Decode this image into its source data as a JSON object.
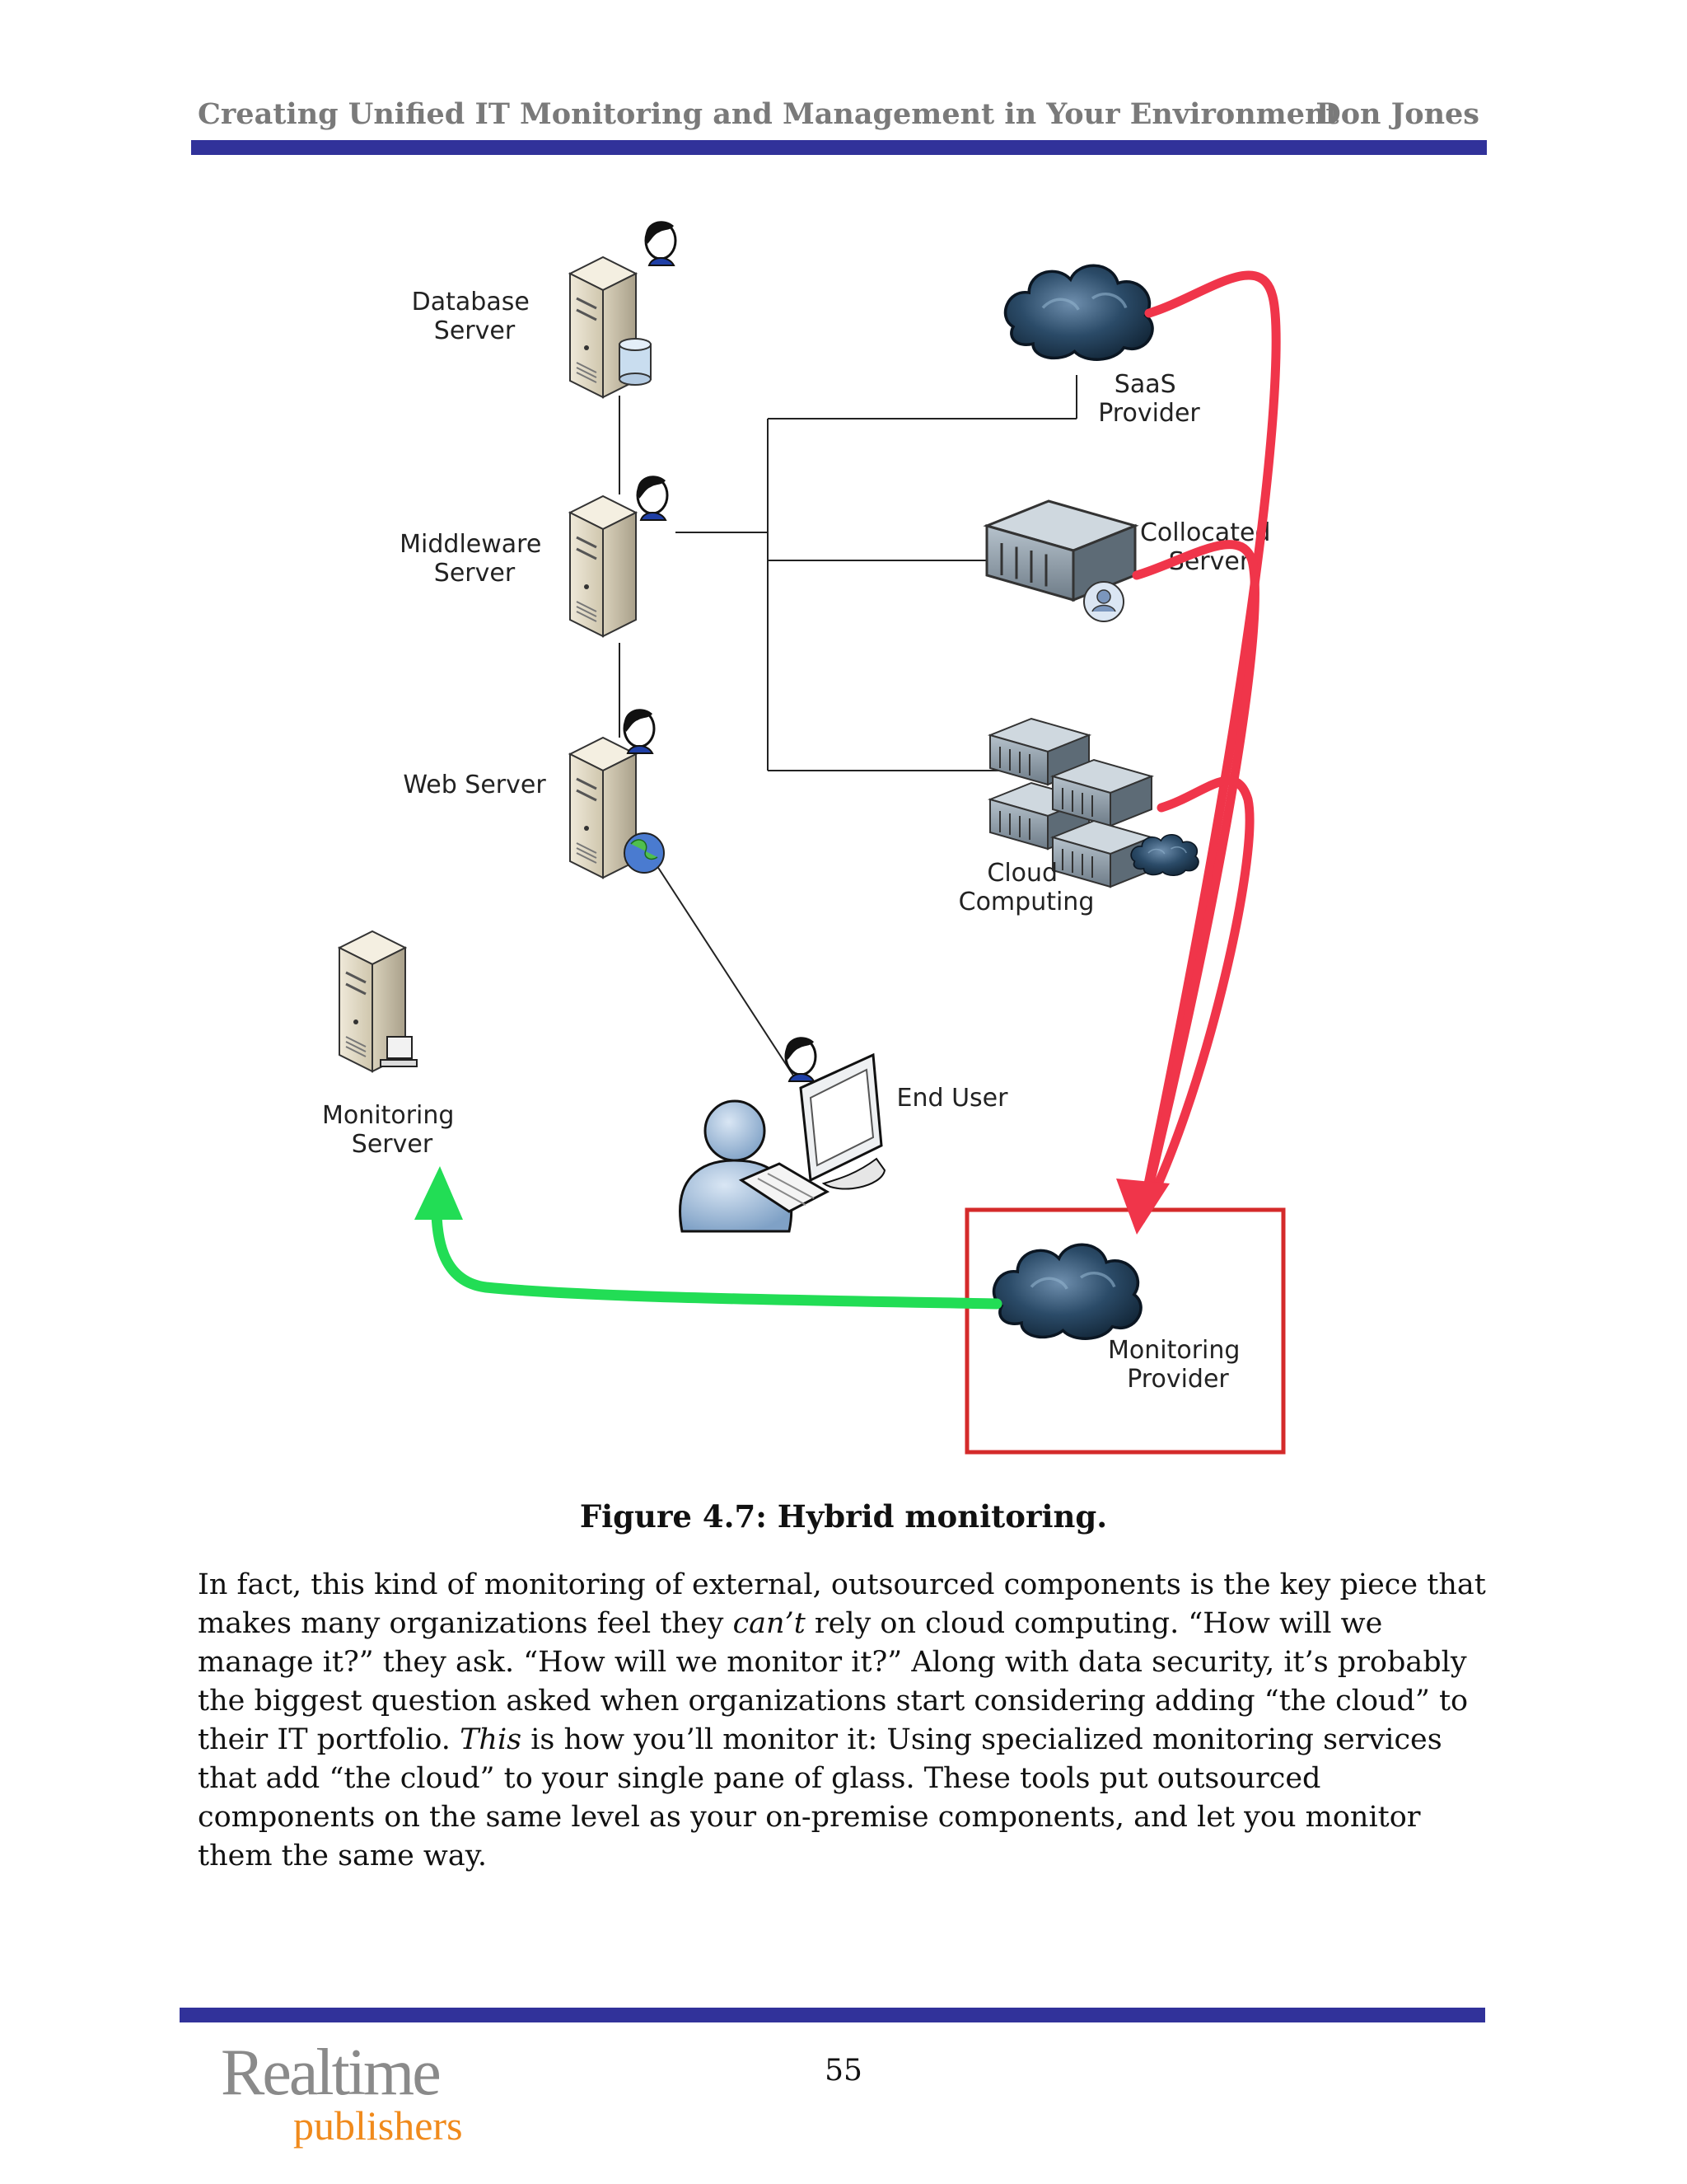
{
  "header": {
    "title": "Creating Unified IT Monitoring and Management in Your Environment",
    "author": "Don Jones"
  },
  "figure": {
    "labels": {
      "database_server": [
        "Database",
        "Server"
      ],
      "middleware_server": [
        "Middleware",
        "Server"
      ],
      "web_server": [
        "Web Server"
      ],
      "saas_provider": [
        "SaaS",
        "Provider"
      ],
      "collocated_server": [
        "Collocated",
        "Server"
      ],
      "cloud_computing": [
        "Cloud",
        "Computing"
      ],
      "monitoring_server": [
        "Monitoring",
        "Server"
      ],
      "end_user": [
        "End User"
      ],
      "monitoring_provider": [
        "Monitoring",
        "Provider"
      ]
    },
    "colors": {
      "monitor_arrow": "#f0354a",
      "report_arrow": "#22dd55",
      "highlight_box": "#d42a2a",
      "cloud": "#1d3a55"
    },
    "caption": "Figure 4.7: Hybrid monitoring."
  },
  "body": {
    "p1": "In fact, this kind of monitoring of external, outsourced components is the key piece that makes many organizations feel they ",
    "p1_em": "can’t",
    "p2": " rely on cloud computing. “How will we manage it?” they ask. “How will we monitor it?” Along with data security, it’s probably the biggest question asked when organizations start considering adding “the cloud” to their IT portfolio. ",
    "p2_em": "This",
    "p3": " is how you’ll monitor it: Using specialized monitoring services that add “the cloud” to your single pane of glass. These tools put outsourced components on the same level as your on-premise components, and let you monitor them the same way."
  },
  "footer": {
    "logo_top": "Realtime",
    "logo_bottom": "publishers",
    "page_number": "55"
  }
}
